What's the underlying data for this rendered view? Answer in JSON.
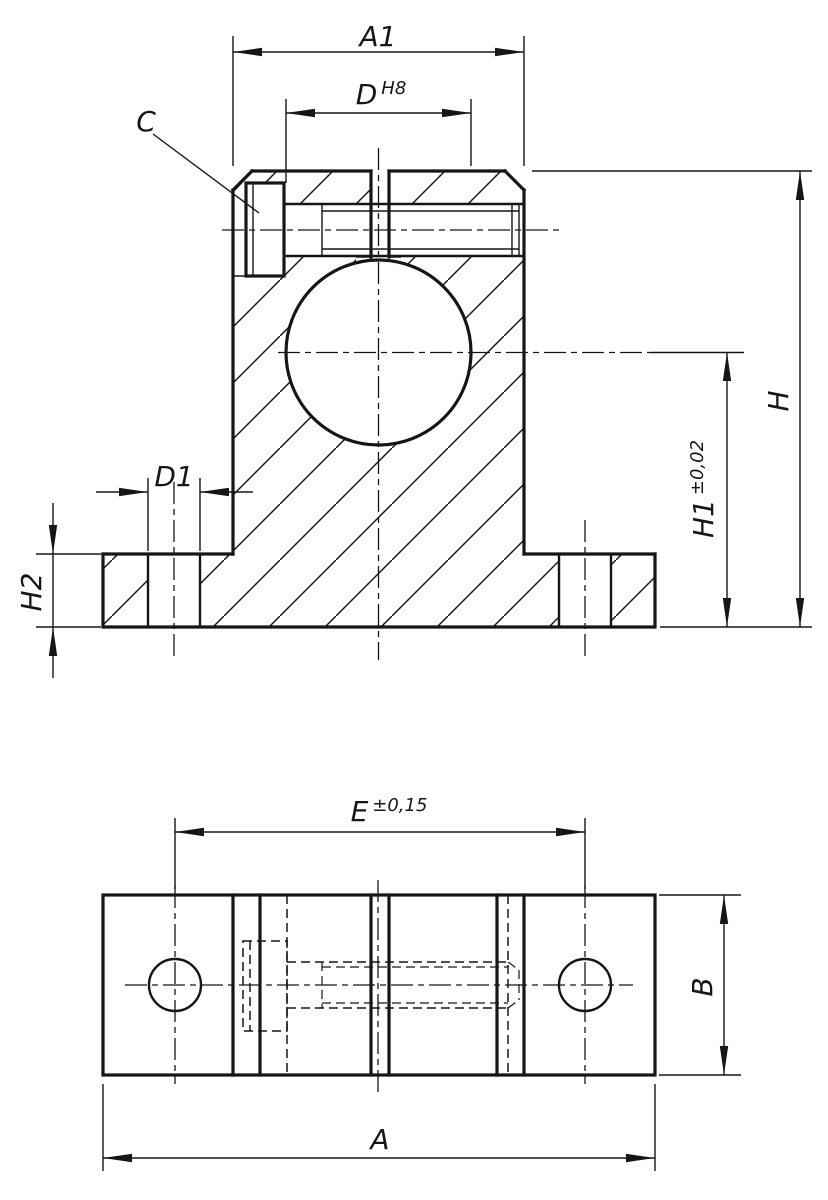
{
  "drawing": {
    "type": "technical-drawing",
    "part": "clamp shaft support block, two orthographic views",
    "colors": {
      "ink": "#161616",
      "paper": "#ffffff"
    },
    "dimensions": {
      "a1": {
        "label": "A1"
      },
      "d": {
        "label": "D",
        "tolerance": "H8"
      },
      "c": {
        "label": "C"
      },
      "h": {
        "label": "H"
      },
      "h1": {
        "label": "H1",
        "tolerance": "±0,02"
      },
      "h2": {
        "label": "H2"
      },
      "d1": {
        "label": "D1"
      },
      "e": {
        "label": "E",
        "tolerance": "±0,15"
      },
      "b": {
        "label": "B"
      },
      "a": {
        "label": "A"
      }
    }
  }
}
